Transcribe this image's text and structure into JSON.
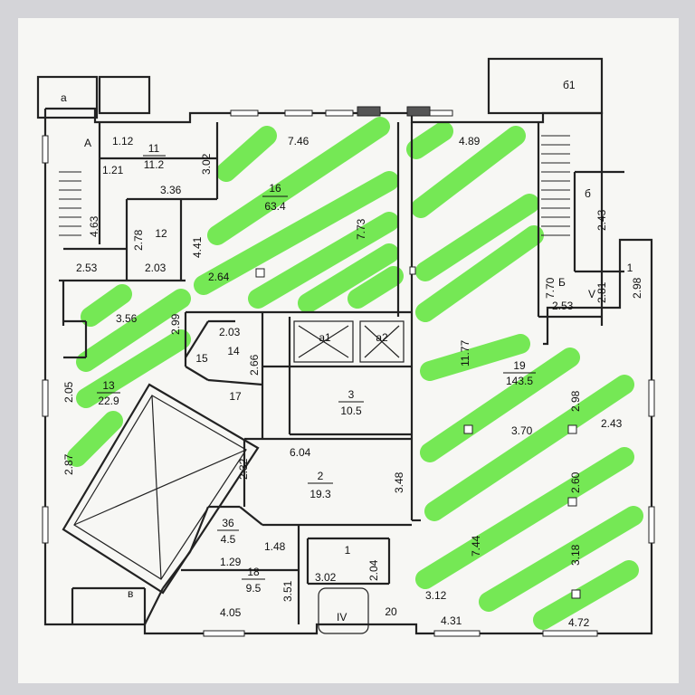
{
  "colors": {
    "paper": "#f7f7f4",
    "wall": "#222222",
    "highlight": "#5fe63a",
    "background": "#d4d4d8"
  },
  "stair_labels": {
    "a": "а",
    "A": "A",
    "b": "б",
    "B": "Б",
    "b1": "б1",
    "v_upper": "V",
    "v_lower": "в",
    "iv": "IV"
  },
  "rooms": {
    "r11": {
      "num": "11",
      "area": "11.2"
    },
    "r12": {
      "num": "12"
    },
    "r16": {
      "num": "16",
      "area": "63.4"
    },
    "r13": {
      "num": "13",
      "area": "22.9"
    },
    "r15": {
      "num": "15"
    },
    "r14": {
      "num": "14"
    },
    "r17": {
      "num": "17"
    },
    "r3": {
      "num": "3",
      "area": "10.5"
    },
    "r2": {
      "num": "2",
      "area": "19.3"
    },
    "r36": {
      "num": "36",
      "area": "4.5"
    },
    "r18": {
      "num": "18",
      "area": "9.5"
    },
    "r1b": {
      "num": "1"
    },
    "r1": {
      "num": "1"
    },
    "r19": {
      "num": "19",
      "area": "143.5"
    },
    "r20": {
      "num": "20"
    },
    "a1": {
      "num": "а1"
    },
    "a2": {
      "num": "а2"
    }
  },
  "dims": {
    "d112": "1.12",
    "d302": "3.02",
    "d121": "1.21",
    "d336": "3.36",
    "d463": "4.63",
    "d278": "2.78",
    "d441": "4.41",
    "d253a": "2.53",
    "d203a": "2.03",
    "d746": "7.46",
    "d773": "7.73",
    "d264": "2.64",
    "d356": "3.56",
    "d299": "2.99",
    "d203b": "2.03",
    "d266": "2.66",
    "d205": "2.05",
    "d287": "2.87",
    "d604": "6.04",
    "d232": "2.32",
    "d348": "3.48",
    "d148": "1.48",
    "d129": "1.29",
    "d351": "3.51",
    "d302b": "3.02",
    "d204": "2.04",
    "d405": "4.05",
    "d489": "4.89",
    "d243": "2.43",
    "d770": "7.70",
    "d281": "2.81",
    "d298a": "2.98",
    "d253b": "2.53",
    "d1177": "11.77",
    "d298b": "2.98",
    "d370": "3.70",
    "d243b": "2.43",
    "d260": "2.60",
    "d744": "7.44",
    "d318": "3.18",
    "d312": "3.12",
    "d431": "4.31",
    "d472": "4.72"
  }
}
